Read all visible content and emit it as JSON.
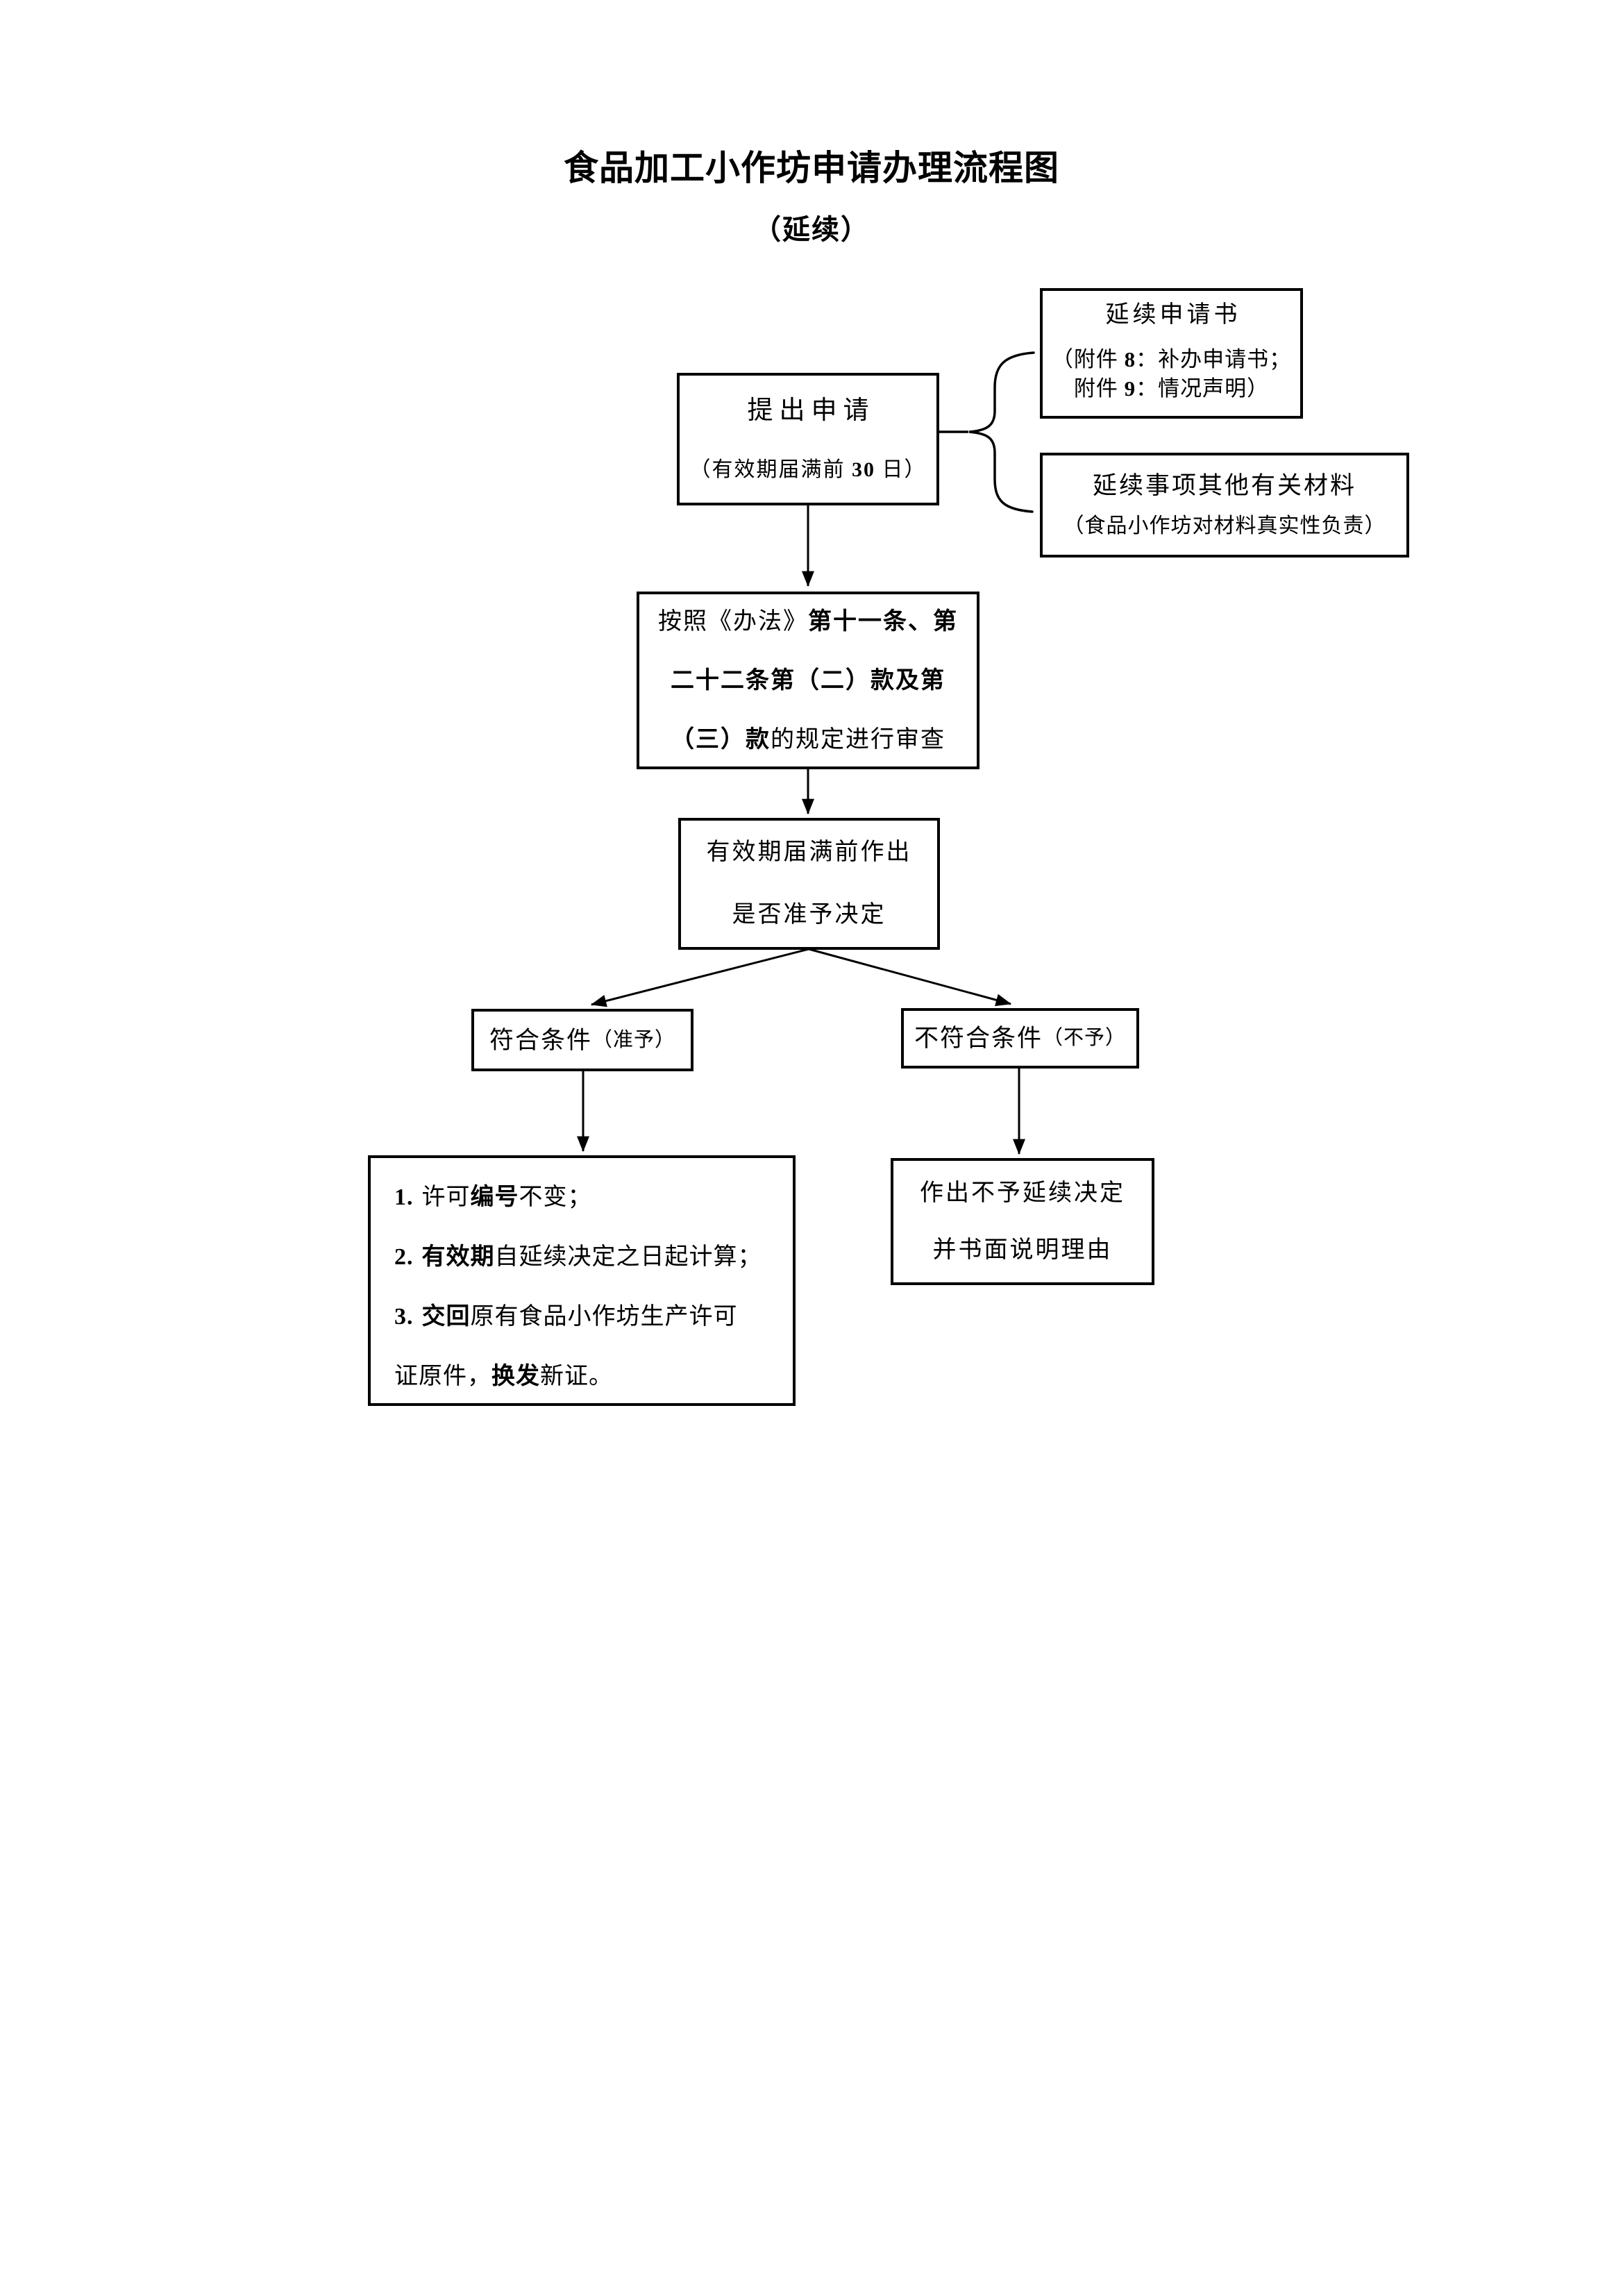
{
  "page": {
    "title": "食品加工小作坊申请办理流程图",
    "subtitle": "（延续）"
  },
  "boxes": {
    "apply": {
      "line1": "提出申请",
      "line2_pre": "（有效期届满前 ",
      "line2_num": "30",
      "line2_post": " 日）"
    },
    "attachments": {
      "line1": "延续申请书",
      "line2_pre": "（附件 ",
      "line2_num": "8",
      "line2_post": "：补办申请书；",
      "line3_pre": "附件 ",
      "line3_num": "9",
      "line3_post": "：情况声明）"
    },
    "materials": {
      "line1": "延续事项其他有关材料",
      "line2": "（食品小作坊对材料真实性负责）"
    },
    "review": {
      "l1a": "按照《办法》",
      "l1b": "第十一条、第",
      "l2": "二十二条第（二）款及第",
      "l3a": "（三）款",
      "l3b": "的规定进行审查"
    },
    "decision": {
      "line1": "有效期届满前作出",
      "line2": "是否准予决定"
    },
    "pass": {
      "main": "符合条件",
      "paren": "（准予）"
    },
    "fail": {
      "main": "不符合条件",
      "paren": "（不予）"
    },
    "pass_result": {
      "l1_num": "1.",
      "l1_a": "许可",
      "l1_b": "编号",
      "l1_c": "不变；",
      "l2_num": "2.",
      "l2_b": "有效期",
      "l2_c": "自延续决定之日起计算；",
      "l3_num": "3.",
      "l3_b": "交回",
      "l3_c": "原有食品小作坊生产许可",
      "l4_a": "证原件，",
      "l4_b": "换发",
      "l4_c": "新证。"
    },
    "fail_result": {
      "line1": "作出不予延续决定",
      "line2": "并书面说明理由"
    }
  },
  "colors": {
    "ink": "#000000",
    "background": "#ffffff"
  }
}
